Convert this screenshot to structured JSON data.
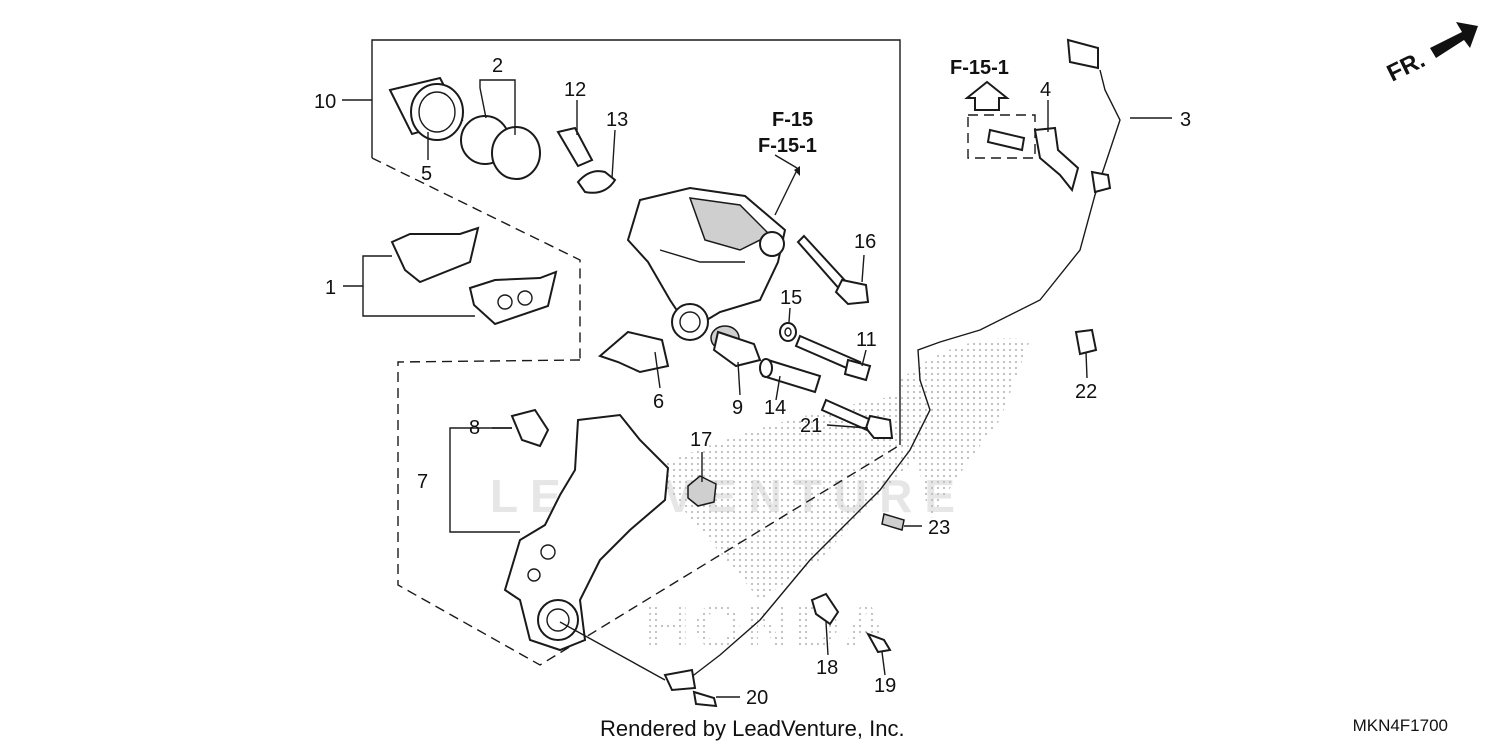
{
  "watermark": {
    "text": "LEADVENTURE",
    "brand": "HONDA"
  },
  "direction": {
    "label": "FR."
  },
  "references": {
    "main_line1": "F-15",
    "main_line2": "F-15-1",
    "sensor": "F-15-1"
  },
  "callouts": {
    "p1": "1",
    "p2": "2",
    "p3": "3",
    "p4": "4",
    "p5": "5",
    "p6": "6",
    "p7": "7",
    "p8": "8",
    "p9": "9",
    "p10": "10",
    "p11": "11",
    "p12": "12",
    "p13": "13",
    "p14": "14",
    "p15": "15",
    "p16": "16",
    "p17": "17",
    "p18": "18",
    "p19": "19",
    "p20": "20",
    "p21": "21",
    "p22": "22",
    "p23": "23"
  },
  "footer": {
    "credit": "Rendered by LeadVenture, Inc.",
    "diagram_code": "MKN4F1700"
  },
  "colors": {
    "line": "#1a1a1a",
    "watermark": "#e6e6e6",
    "part_shade": "#cfcfcf"
  }
}
